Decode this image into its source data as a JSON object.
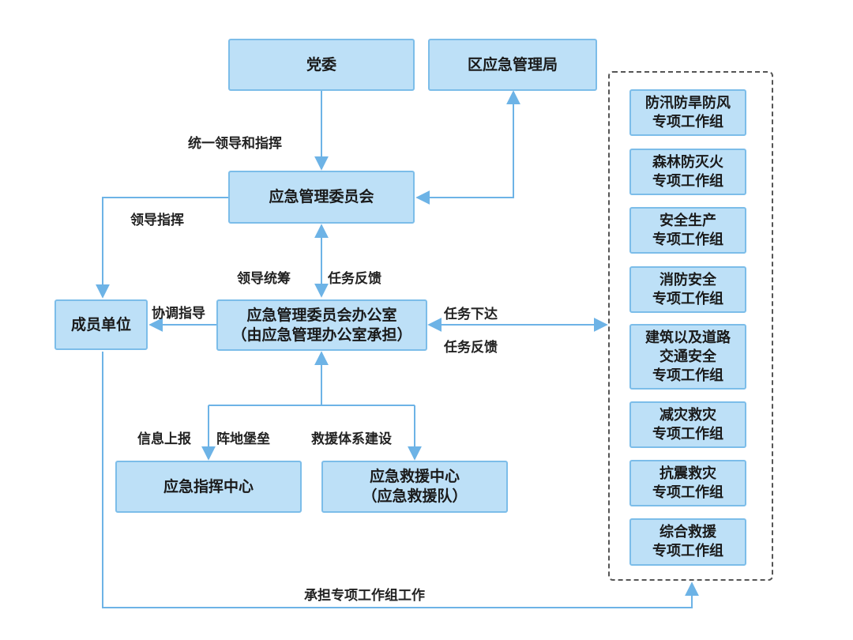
{
  "boxes": {
    "party_committee": "党委",
    "district_emergency_bureau": "区应急管理局",
    "emergency_committee": "应急管理委员会",
    "member_units": "成员单位",
    "office_line1": "应急管理委员会办公室",
    "office_line2": "（由应急管理办公室承担）",
    "command_center": "应急指挥中心",
    "rescue_center_line1": "应急救援中心",
    "rescue_center_line2": "（应急救援队）"
  },
  "working_groups": [
    {
      "line1": "防汛防旱防风",
      "line2": "专项工作组"
    },
    {
      "line1": "森林防灭火",
      "line2": "专项工作组"
    },
    {
      "line1": "安全生产",
      "line2": "专项工作组"
    },
    {
      "line1": "消防安全",
      "line2": "专项工作组"
    },
    {
      "line1": "建筑以及道路",
      "line2": "交通安全",
      "line3": "专项工作组"
    },
    {
      "line1": "减灾救灾",
      "line2": "专项工作组"
    },
    {
      "line1": "抗震救灾",
      "line2": "专项工作组"
    },
    {
      "line1": "综合救援",
      "line2": "专项工作组"
    }
  ],
  "labels": {
    "unified_leadership": "统一领导和指挥",
    "leadership_command": "领导指挥",
    "leadership_coordination": "领导统筹",
    "task_feedback_up": "任务反馈",
    "coordinate_guide": "协调指导",
    "task_dispatch": "任务下达",
    "task_feedback_right": "任务反馈",
    "info_report": "信息上报",
    "position_bastion": "阵地堡垒",
    "rescue_system": "救援体系建设",
    "undertake_groups": "承担专项工作组工作"
  },
  "colors": {
    "box_fill": "#bde0f7",
    "box_border": "#7cbde9",
    "line": "#6db3e6"
  }
}
